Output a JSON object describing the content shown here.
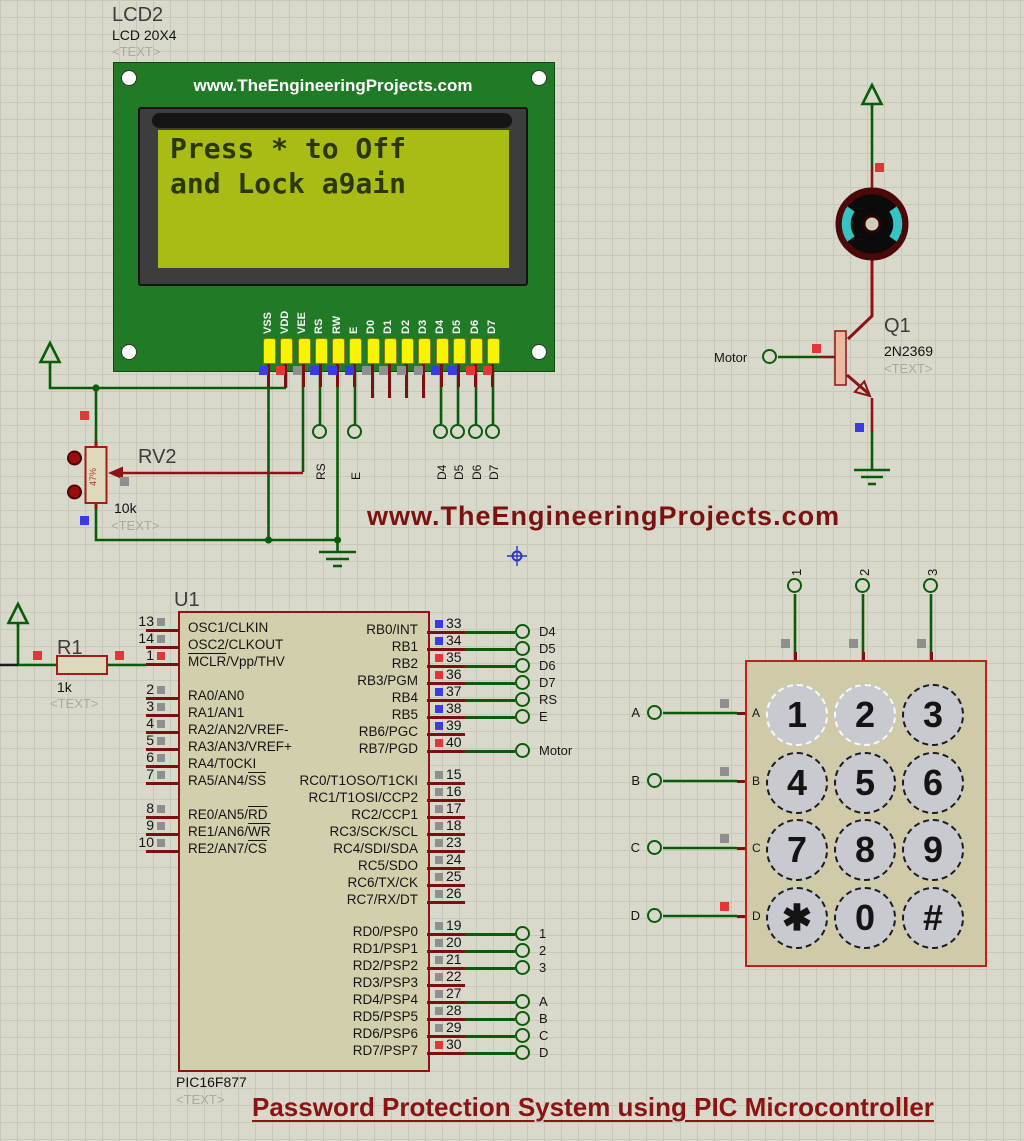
{
  "colors": {
    "wire_green": "#0a5c0a",
    "component_red": "#8b1414",
    "ind_blue": "#3a3ae6",
    "ind_red": "#e33636",
    "ind_gray": "#8f8f8f"
  },
  "lcd": {
    "ref": "LCD2",
    "part": "LCD 20X4",
    "placeholder": "<TEXT>",
    "header": "www.TheEngineeringProjects.com",
    "lines": [
      "Press * to Off",
      "and Lock a9ain"
    ],
    "pins": [
      {
        "name": "VSS",
        "ind": "blue"
      },
      {
        "name": "VDD",
        "ind": "red"
      },
      {
        "name": "VEE",
        "ind": "gray"
      },
      {
        "name": "RS",
        "ind": "blue"
      },
      {
        "name": "RW",
        "ind": "blue"
      },
      {
        "name": "E",
        "ind": "blue"
      },
      {
        "name": "D0",
        "ind": "gray"
      },
      {
        "name": "D1",
        "ind": "gray"
      },
      {
        "name": "D2",
        "ind": "gray"
      },
      {
        "name": "D3",
        "ind": "gray"
      },
      {
        "name": "D4",
        "ind": "blue"
      },
      {
        "name": "D5",
        "ind": "blue"
      },
      {
        "name": "D6",
        "ind": "red"
      },
      {
        "name": "D7",
        "ind": "red"
      }
    ]
  },
  "mid_terminals": [
    "RS",
    "E",
    "D4",
    "D5",
    "D6",
    "D7"
  ],
  "pot": {
    "ref": "RV2",
    "value": "10k",
    "placeholder": "<TEXT>",
    "wiper": "47%"
  },
  "r1": {
    "ref": "R1",
    "value": "1k",
    "placeholder": "<TEXT>"
  },
  "q1": {
    "ref": "Q1",
    "part": "2N2369",
    "placeholder": "<TEXT>"
  },
  "motor_net": "Motor",
  "watermark": "www.TheEngineeringProjects.com",
  "title": "Password Protection System using PIC Microcontroller",
  "mcu": {
    "ref": "U1",
    "part": "PIC16F877",
    "placeholder": "<TEXT>",
    "left_pins": [
      {
        "num": "13",
        "ind": "gray",
        "label": [
          {
            "t": "OSC1/CLKIN"
          }
        ]
      },
      {
        "num": "14",
        "ind": "gray",
        "label": [
          {
            "t": "OSC2/CLKOUT"
          }
        ]
      },
      {
        "num": "1",
        "ind": "red",
        "label": [
          {
            "t": "MCLR",
            "o": true
          },
          {
            "t": "/Vpp/THV"
          }
        ]
      },
      {
        "num": "2",
        "ind": "gray",
        "label": [
          {
            "t": "RA0/AN0"
          }
        ]
      },
      {
        "num": "3",
        "ind": "gray",
        "label": [
          {
            "t": "RA1/AN1"
          }
        ]
      },
      {
        "num": "4",
        "ind": "gray",
        "label": [
          {
            "t": "RA2/AN2/VREF-"
          }
        ]
      },
      {
        "num": "5",
        "ind": "gray",
        "label": [
          {
            "t": "RA3/AN3/VREF+"
          }
        ]
      },
      {
        "num": "6",
        "ind": "gray",
        "label": [
          {
            "t": "RA4/T0CKI"
          }
        ]
      },
      {
        "num": "7",
        "ind": "gray",
        "label": [
          {
            "t": "RA5/AN4/"
          },
          {
            "t": "SS",
            "o": true
          }
        ]
      },
      {
        "num": "8",
        "ind": "gray",
        "label": [
          {
            "t": "RE0/AN5/"
          },
          {
            "t": "RD",
            "o": true
          }
        ]
      },
      {
        "num": "9",
        "ind": "gray",
        "label": [
          {
            "t": "RE1/AN6/"
          },
          {
            "t": "WR",
            "o": true
          }
        ]
      },
      {
        "num": "10",
        "ind": "gray",
        "label": [
          {
            "t": "RE2/AN7/"
          },
          {
            "t": "CS",
            "o": true
          }
        ]
      }
    ],
    "right_pins": [
      {
        "num": "33",
        "ind": "blue",
        "label": [
          {
            "t": "RB0/INT"
          }
        ],
        "term": "D4"
      },
      {
        "num": "34",
        "ind": "blue",
        "label": [
          {
            "t": "RB1"
          }
        ],
        "term": "D5"
      },
      {
        "num": "35",
        "ind": "red",
        "label": [
          {
            "t": "RB2"
          }
        ],
        "term": "D6"
      },
      {
        "num": "36",
        "ind": "red",
        "label": [
          {
            "t": "RB3/PGM"
          }
        ],
        "term": "D7"
      },
      {
        "num": "37",
        "ind": "blue",
        "label": [
          {
            "t": "RB4"
          }
        ],
        "term": "RS"
      },
      {
        "num": "38",
        "ind": "blue",
        "label": [
          {
            "t": "RB5"
          }
        ],
        "term": "E"
      },
      {
        "num": "39",
        "ind": "blue",
        "label": [
          {
            "t": "RB6/PGC"
          }
        ]
      },
      {
        "num": "40",
        "ind": "red",
        "label": [
          {
            "t": "RB7/PGD"
          }
        ],
        "term": "Motor"
      },
      {
        "num": "15",
        "ind": "gray",
        "label": [
          {
            "t": "RC0/T1OSO/T1CKI"
          }
        ]
      },
      {
        "num": "16",
        "ind": "gray",
        "label": [
          {
            "t": "RC1/T1OSI/CCP2"
          }
        ]
      },
      {
        "num": "17",
        "ind": "gray",
        "label": [
          {
            "t": "RC2/CCP1"
          }
        ]
      },
      {
        "num": "18",
        "ind": "gray",
        "label": [
          {
            "t": "RC3/SCK/SCL"
          }
        ]
      },
      {
        "num": "23",
        "ind": "gray",
        "label": [
          {
            "t": "RC4/SDI/SDA"
          }
        ]
      },
      {
        "num": "24",
        "ind": "gray",
        "label": [
          {
            "t": "RC5/SDO"
          }
        ]
      },
      {
        "num": "25",
        "ind": "gray",
        "label": [
          {
            "t": "RC6/TX/CK"
          }
        ]
      },
      {
        "num": "26",
        "ind": "gray",
        "label": [
          {
            "t": "RC7/RX/DT"
          }
        ]
      },
      {
        "num": "19",
        "ind": "gray",
        "label": [
          {
            "t": "RD0/PSP0"
          }
        ],
        "term": "1"
      },
      {
        "num": "20",
        "ind": "gray",
        "label": [
          {
            "t": "RD1/PSP1"
          }
        ],
        "term": "2"
      },
      {
        "num": "21",
        "ind": "gray",
        "label": [
          {
            "t": "RD2/PSP2"
          }
        ],
        "term": "3"
      },
      {
        "num": "22",
        "ind": "gray",
        "label": [
          {
            "t": "RD3/PSP3"
          }
        ]
      },
      {
        "num": "27",
        "ind": "gray",
        "label": [
          {
            "t": "RD4/PSP4"
          }
        ],
        "term": "A"
      },
      {
        "num": "28",
        "ind": "gray",
        "label": [
          {
            "t": "RD5/PSP5"
          }
        ],
        "term": "B"
      },
      {
        "num": "29",
        "ind": "gray",
        "label": [
          {
            "t": "RD6/PSP6"
          }
        ],
        "term": "C"
      },
      {
        "num": "30",
        "ind": "red",
        "label": [
          {
            "t": "RD7/PSP7"
          }
        ],
        "term": "D"
      }
    ]
  },
  "keypad": {
    "col_terminals": [
      "1",
      "2",
      "3"
    ],
    "col_labels": [
      "1",
      "2",
      "3"
    ],
    "row_labels": [
      "A",
      "B",
      "C",
      "D"
    ],
    "col_ind": [
      "gray",
      "gray",
      "gray"
    ],
    "row_ind": [
      "gray",
      "gray",
      "gray",
      "red"
    ],
    "keys": [
      [
        "1",
        "2",
        "3"
      ],
      [
        "4",
        "5",
        "6"
      ],
      [
        "7",
        "8",
        "9"
      ],
      [
        "✱",
        "0",
        "#"
      ]
    ],
    "highlight_cells": [
      [
        0,
        0
      ],
      [
        0,
        1
      ]
    ]
  }
}
